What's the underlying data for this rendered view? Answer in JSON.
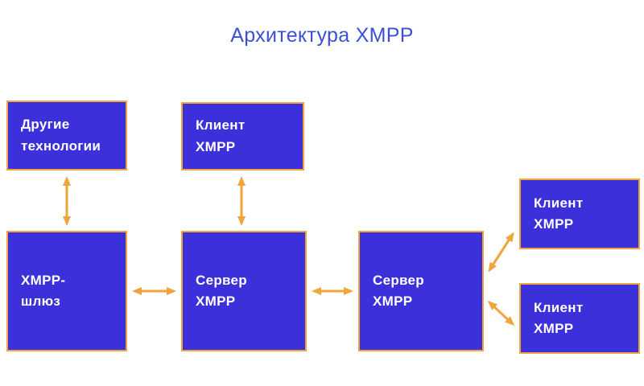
{
  "title": "Архитектура XMPP",
  "colors": {
    "box_fill": "#3b30d9",
    "box_border": "#f0a43c",
    "arrow": "#f0a43c",
    "title_text": "#3c4fd6",
    "box_text": "#ffffff",
    "background": "#ffffff"
  },
  "nodes": {
    "other_tech": {
      "label": "Другие\nтехнологии"
    },
    "client_top": {
      "label": "Клиент\nXMPP"
    },
    "gateway": {
      "label": "XMPP-\nшлюз"
    },
    "server_left": {
      "label": "Сервер\nXMPP"
    },
    "server_right": {
      "label": "Сервер\nXMPP"
    },
    "client_right_top": {
      "label": "Клиент\nXMPP"
    },
    "client_right_bot": {
      "label": "Клиент\nXMPP"
    }
  },
  "connections": [
    {
      "from": "gateway",
      "to": "other_tech",
      "bidirectional": true
    },
    {
      "from": "server_left",
      "to": "client_top",
      "bidirectional": true
    },
    {
      "from": "gateway",
      "to": "server_left",
      "bidirectional": true
    },
    {
      "from": "server_left",
      "to": "server_right",
      "bidirectional": true
    },
    {
      "from": "server_right",
      "to": "client_right_top",
      "bidirectional": true
    },
    {
      "from": "server_right",
      "to": "client_right_bot",
      "bidirectional": true
    }
  ]
}
